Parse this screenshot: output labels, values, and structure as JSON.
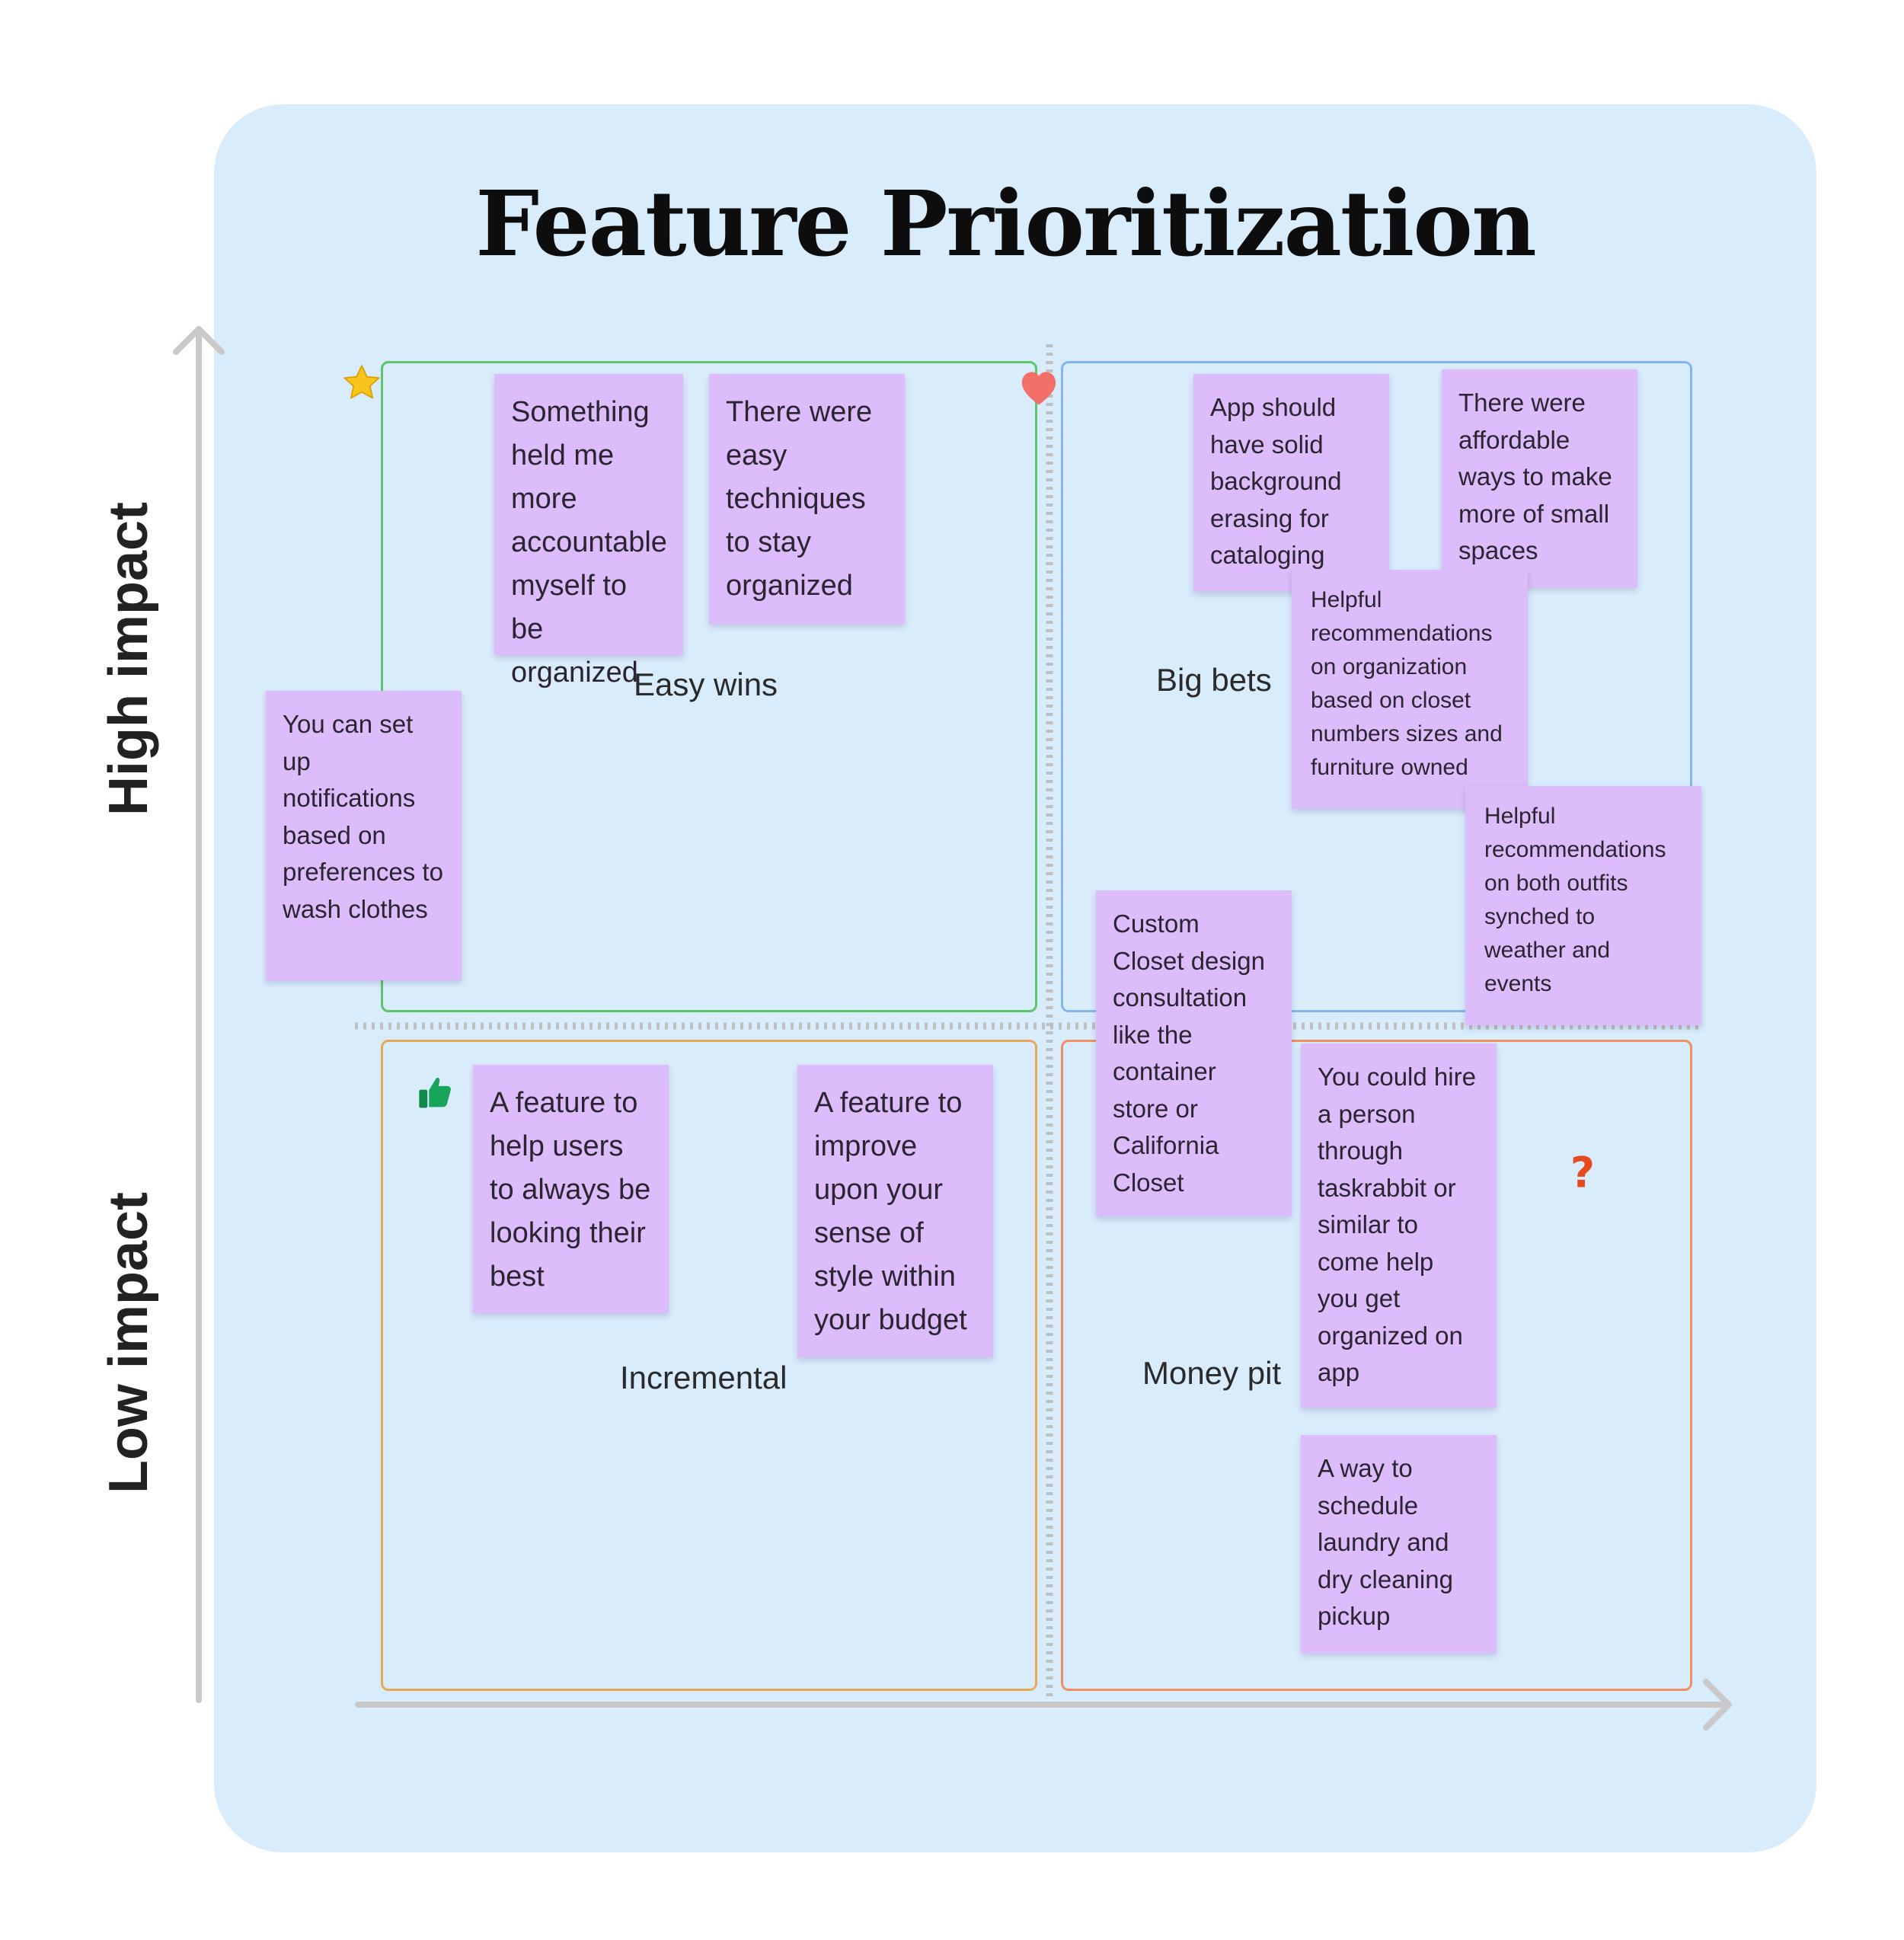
{
  "title": "Feature Prioritization",
  "axes": {
    "y_high_label": "High impact",
    "y_low_label": "Low impact"
  },
  "colors": {
    "board_background": "#d9ecfc",
    "sticky_note": "#dcbcfa",
    "easy_wins_border": "#5cc46a",
    "big_bets_border": "#84b6ec",
    "incremental_border": "#e8a95c",
    "money_pit_border": "#ef9062"
  },
  "quadrants": {
    "easy_wins": {
      "label": "Easy wins",
      "icon": "star-icon"
    },
    "big_bets": {
      "label": "Big bets",
      "icon": "heart-icon"
    },
    "incremental": {
      "label": "Incremental",
      "icon": "thumbs-up-icon"
    },
    "money_pit": {
      "label": "Money pit",
      "icon": "question-mark-icon"
    }
  },
  "notes": {
    "accountable": "Something held me more accountable myself to be organized",
    "easy_techniques": "There were easy techniques to stay organized",
    "notifications": "You can set up notifications based on preferences to wash clothes",
    "background_erasing": "App should have solid background erasing for cataloging",
    "small_spaces": "There were affordable ways to make more of small spaces",
    "org_recommendations": "Helpful recommendations on organization based on closet numbers sizes and furniture owned",
    "outfit_recommendations": "Helpful recommendations on both outfits synched to weather and events",
    "closet_consultation": "Custom Closet design consultation like the container store or California Closet",
    "look_best": "A feature to help users to always be looking their best",
    "sense_of_style": "A feature to improve upon your sense of style within your budget",
    "hire_person": "You could hire a person through taskrabbit or similar to come help you get organized on app",
    "laundry_pickup": "A way to schedule laundry and dry cleaning pickup"
  }
}
